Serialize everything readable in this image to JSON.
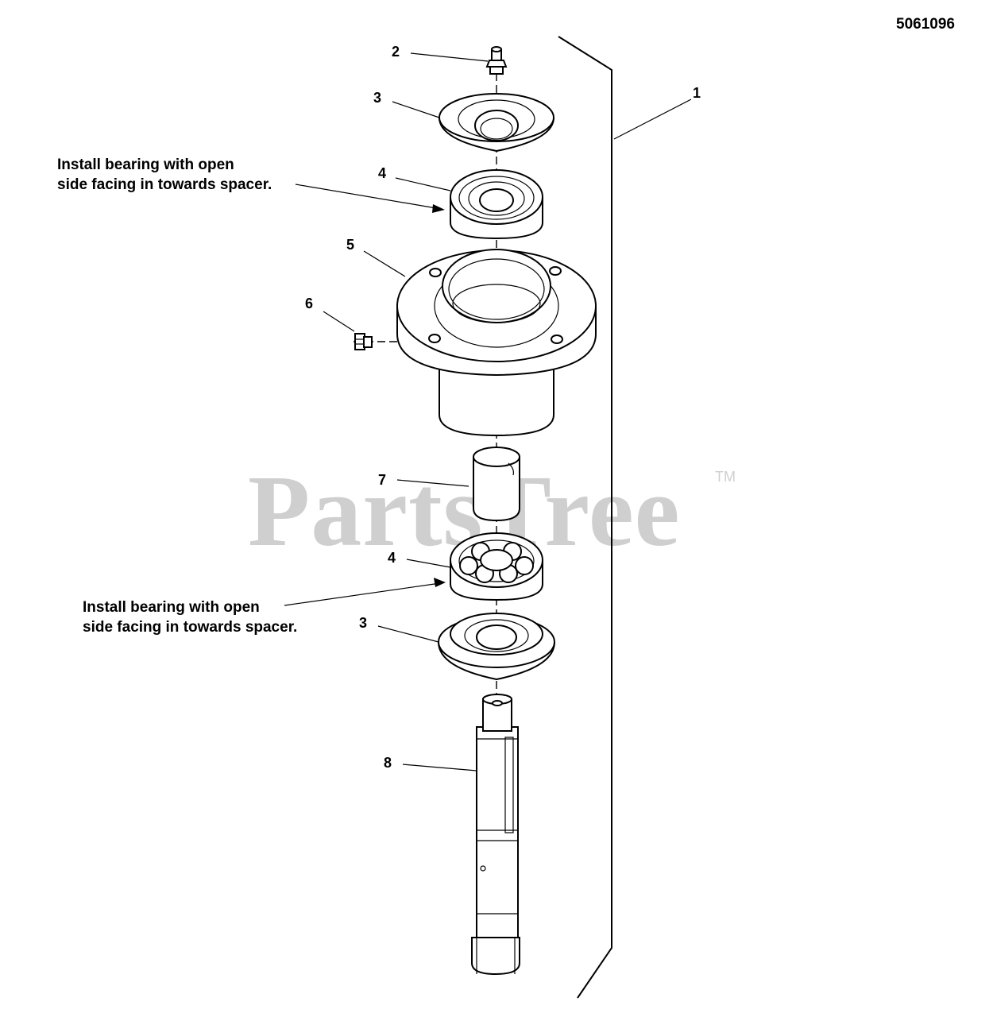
{
  "doc_id": "5061096",
  "watermark": {
    "text": "PartsTree",
    "tm": "TM"
  },
  "notes": {
    "top": {
      "line1": "Install bearing with open",
      "line2": "side facing in towards spacer."
    },
    "bottom": {
      "line1": "Install bearing with open",
      "line2": "side facing in towards spacer."
    }
  },
  "callouts": {
    "frame": "1",
    "grease_fitting": "2",
    "seal_top": "3",
    "bearing_top": "4",
    "housing": "5",
    "relief_fitting": "6",
    "spacer": "7",
    "bearing_bottom": "4",
    "seal_bottom": "3",
    "spindle_shaft": "8"
  }
}
